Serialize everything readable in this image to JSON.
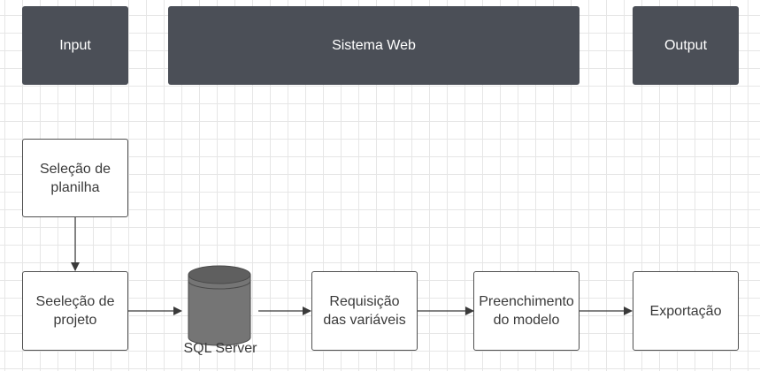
{
  "headers": {
    "input": "Input",
    "web": "Sistema Web",
    "output": "Output"
  },
  "nodes": {
    "planilha": "Seleção de\nplanilha",
    "projeto": "Seeleção de\nprojeto",
    "database": "SQL Server",
    "requisicao": "Requisição\ndas variáveis",
    "preenchimento": "Preenchimento\ndo modelo",
    "exportacao": "Exportação"
  },
  "colors": {
    "header_fill": "#4b4f57",
    "database_fill": "#757575",
    "database_top": "#5f5f5f",
    "connector": "#3a3a3a"
  }
}
